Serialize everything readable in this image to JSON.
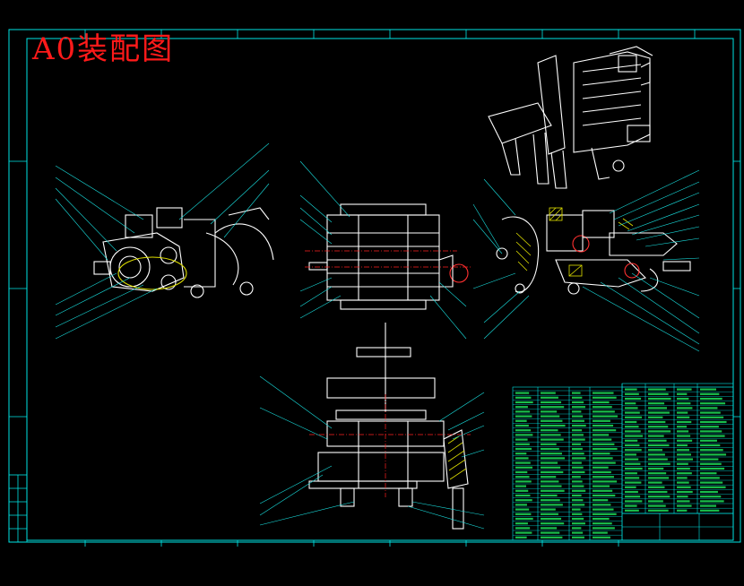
{
  "drawing": {
    "title": "A0装配图",
    "colors": {
      "background": "#000000",
      "frame": "#00e5e5",
      "outline": "#ffffff",
      "center_line": "#ff2020",
      "hatch": "#e0e000",
      "leader": "#19e0e0",
      "bom_text": "#22ff66"
    },
    "views": [
      {
        "name": "front-view"
      },
      {
        "name": "top-view"
      },
      {
        "name": "side-view"
      },
      {
        "name": "bottom-view"
      },
      {
        "name": "isometric-view"
      }
    ]
  }
}
